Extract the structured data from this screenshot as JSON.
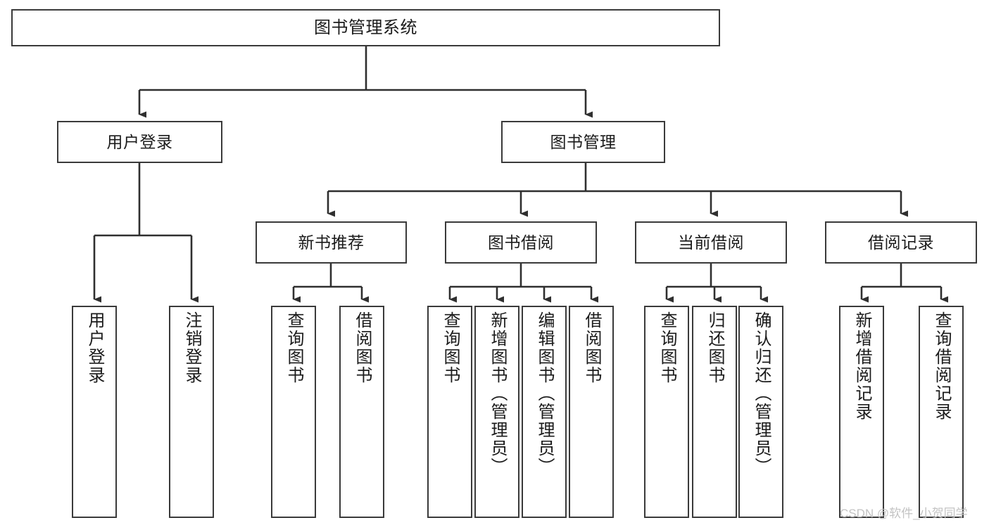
{
  "diagram": {
    "type": "hierarchy-tree",
    "title": "图书管理系统",
    "orientation": "top-down",
    "colors": {
      "box_border": "#3a3a3a",
      "box_fill": "#ffffff",
      "connector": "#2f2f2f",
      "text": "#1b1b1b",
      "watermark": "#c3c3c3"
    },
    "levels": {
      "level1": [
        {
          "id": "root",
          "label": "图书管理系统",
          "text_direction": "horizontal"
        }
      ],
      "level2": [
        {
          "id": "user-login",
          "label": "用户登录",
          "text_direction": "horizontal"
        },
        {
          "id": "book-manage",
          "label": "图书管理",
          "text_direction": "horizontal"
        }
      ],
      "level3": [
        {
          "id": "new-book-recommend",
          "label": "新书推荐",
          "text_direction": "horizontal"
        },
        {
          "id": "book-borrow",
          "label": "图书借阅",
          "text_direction": "horizontal"
        },
        {
          "id": "current-borrow",
          "label": "当前借阅",
          "text_direction": "horizontal"
        },
        {
          "id": "borrow-record",
          "label": "借阅记录",
          "text_direction": "horizontal"
        }
      ],
      "level4": [
        {
          "id": "leaf-user-login",
          "label": "用户登录",
          "parent": "user-login",
          "text_direction": "vertical"
        },
        {
          "id": "leaf-logout",
          "label": "注销登录",
          "parent": "user-login",
          "text_direction": "vertical"
        },
        {
          "id": "leaf-query-book-1",
          "label": "查询图书",
          "parent": "new-book-recommend",
          "text_direction": "vertical"
        },
        {
          "id": "leaf-borrow-book-1",
          "label": "借阅图书",
          "parent": "new-book-recommend",
          "text_direction": "vertical"
        },
        {
          "id": "leaf-query-book-2",
          "label": "查询图书",
          "parent": "book-borrow",
          "text_direction": "vertical"
        },
        {
          "id": "leaf-add-book",
          "label": "新增图书（管理员）",
          "parent": "book-borrow",
          "text_direction": "vertical"
        },
        {
          "id": "leaf-edit-book",
          "label": "编辑图书（管理员）",
          "parent": "book-borrow",
          "text_direction": "vertical"
        },
        {
          "id": "leaf-borrow-book-2",
          "label": "借阅图书",
          "parent": "book-borrow",
          "text_direction": "vertical"
        },
        {
          "id": "leaf-query-book-3",
          "label": "查询图书",
          "parent": "current-borrow",
          "text_direction": "vertical"
        },
        {
          "id": "leaf-return-book",
          "label": "归还图书",
          "parent": "current-borrow",
          "text_direction": "vertical"
        },
        {
          "id": "leaf-confirm-return",
          "label": "确认归还（管理员）",
          "parent": "current-borrow",
          "text_direction": "vertical"
        },
        {
          "id": "leaf-add-record",
          "label": "新增借阅记录",
          "parent": "borrow-record",
          "text_direction": "vertical"
        },
        {
          "id": "leaf-query-record",
          "label": "查询借阅记录",
          "parent": "borrow-record",
          "text_direction": "vertical"
        }
      ]
    },
    "watermark": "CSDN @软件_小贺同学"
  }
}
